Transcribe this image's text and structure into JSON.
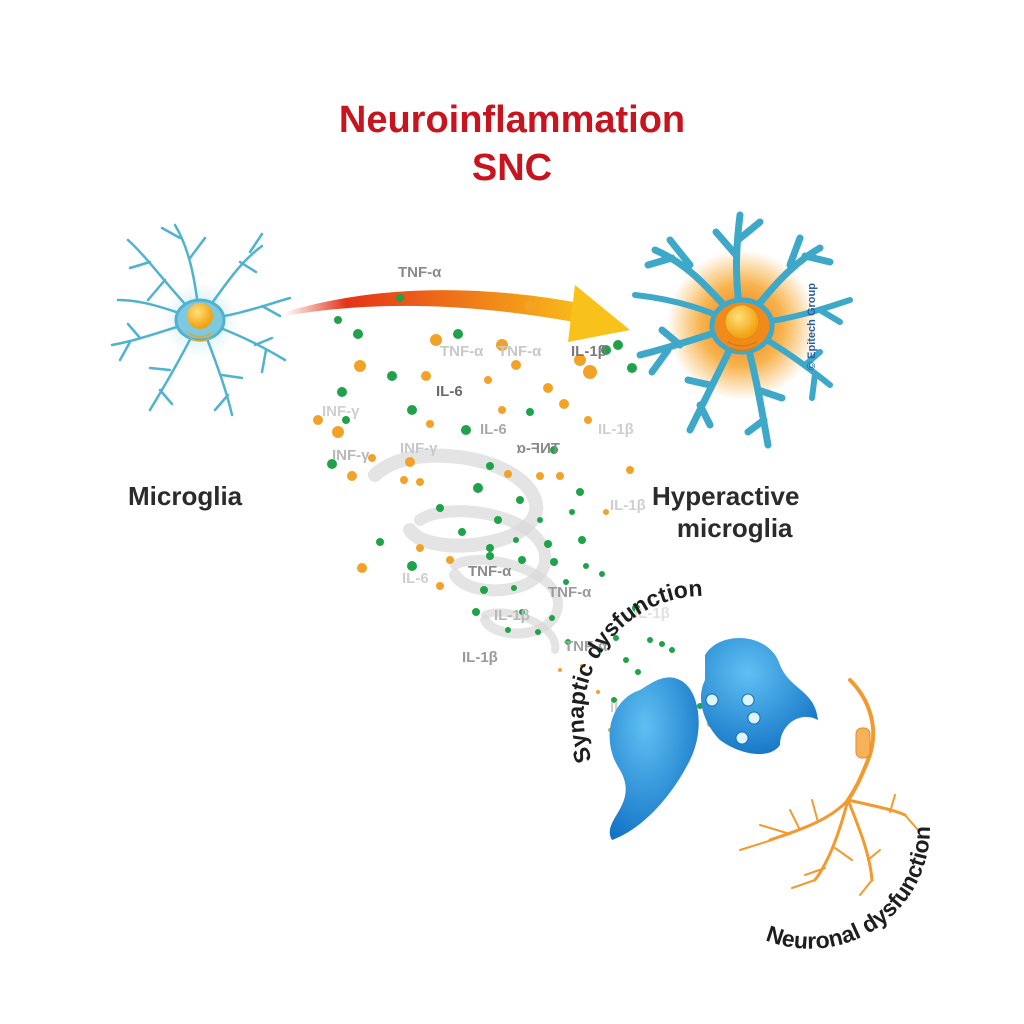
{
  "title": {
    "line1": "Neuroinflammation",
    "line2": "SNC"
  },
  "labels": {
    "microglia": "Microglia",
    "hyperactive_line1": "Hyperactive",
    "hyperactive_line2": "microglia",
    "synaptic": "Synaptic dysfunction",
    "neuronal": "Neuronal dysfunction",
    "copyright": "© Epitech Group"
  },
  "cytokines": {
    "tnf_a": "TNF-α",
    "il_6": "IL-6",
    "il_1b": "IL-1β",
    "inf_g": "INF-γ",
    "tnf_a_flipped": "TNF-α"
  },
  "colors": {
    "title": "#c8141e",
    "microglia_cyan": "#4fb3cf",
    "nucleus": "#f7b21b",
    "arrow_start": "#e53317",
    "arrow_end": "#f9c21a",
    "dot_green": "#1ea24a",
    "dot_orange": "#f3a228",
    "synapse_blue": "#1488d8",
    "neuron_orange": "#f29a2e",
    "copyright": "#2a5da8"
  }
}
